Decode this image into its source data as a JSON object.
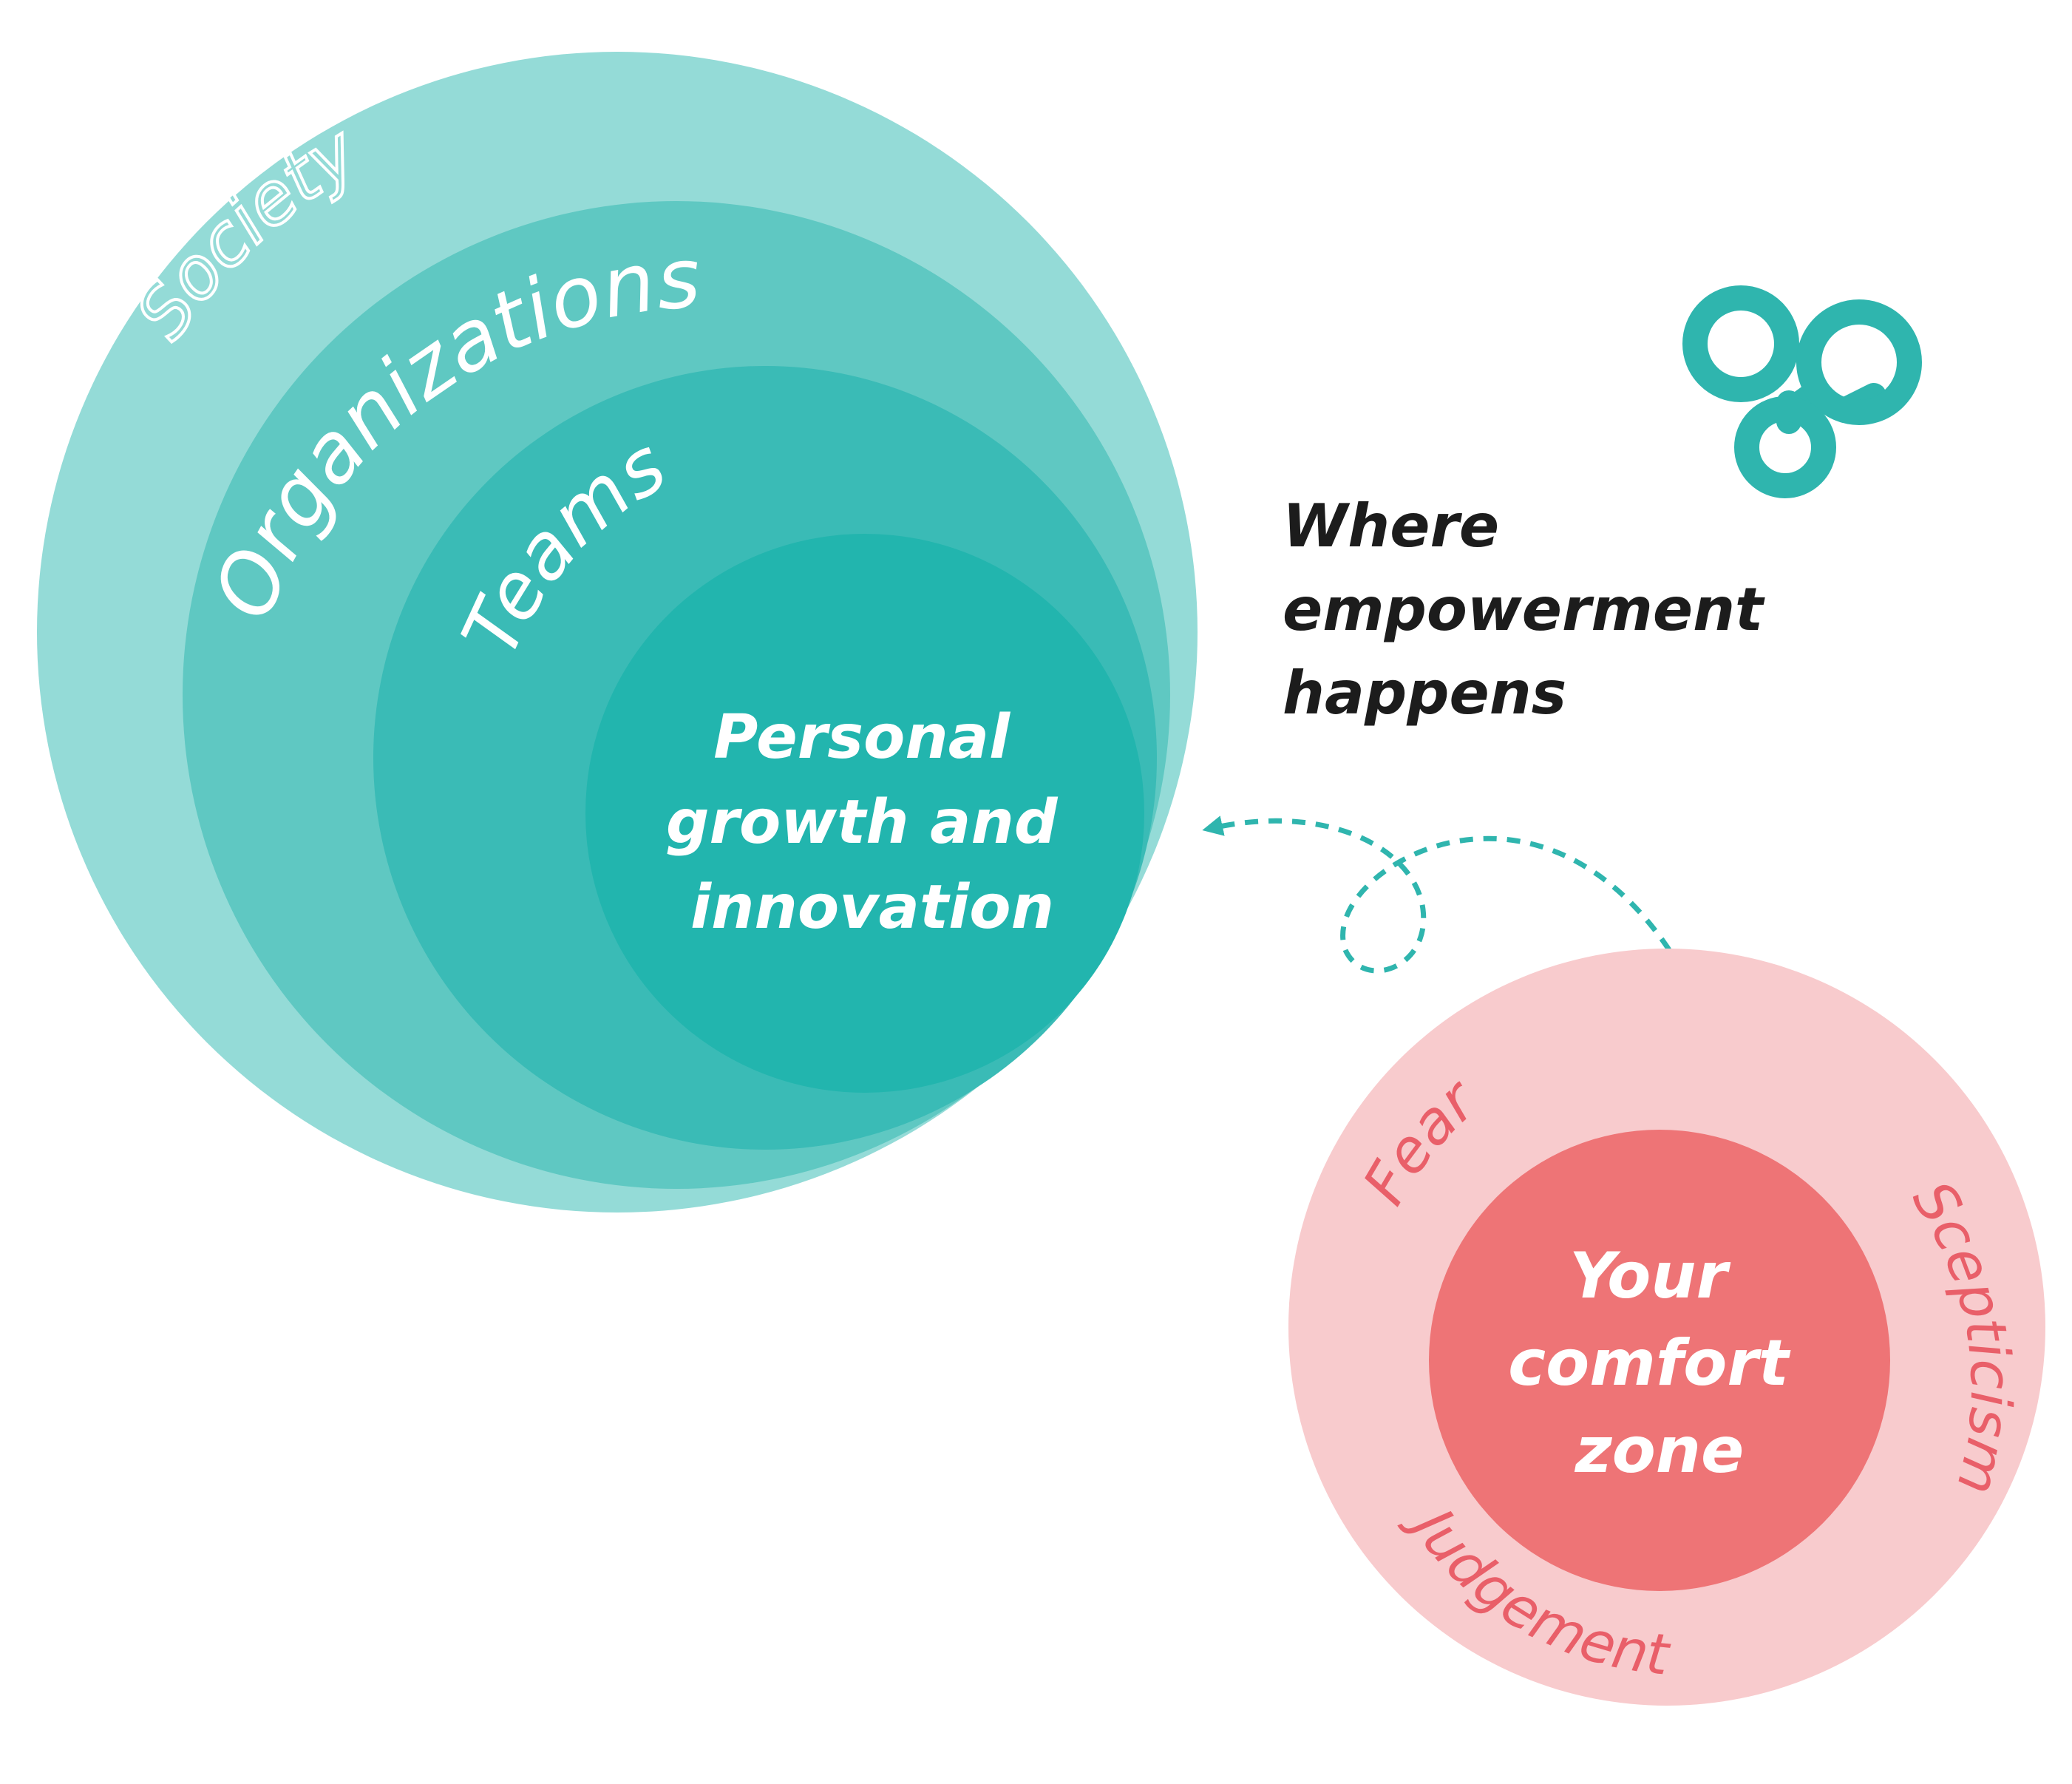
{
  "colors": {
    "ring_society": "#94dbd7",
    "ring_organizations": "#5fc8c2",
    "ring_teams": "#3abbb6",
    "core_teal": "#22b5ae",
    "icon_teal": "#2fb5ae",
    "ring_pink": "#f8cbcd",
    "core_pink": "#ee7476",
    "pink_text": "#e95f69",
    "dark_text": "#1c1c1c",
    "white": "#ffffff"
  },
  "empowerment": {
    "rings": [
      "Society",
      "Organizations",
      "Teams"
    ],
    "core_lines": [
      "Personal",
      "growth and",
      "innovation"
    ]
  },
  "caption": {
    "lines": [
      "Where",
      "empowerment",
      "happens"
    ]
  },
  "comfort": {
    "barriers": [
      "Fear",
      "Scepticism",
      "Judgement"
    ],
    "core_lines": [
      "Your",
      "comfort",
      "zone"
    ]
  },
  "icons": {
    "logo": "molecule-icon",
    "arrow": "dashed-loop-arrow"
  }
}
